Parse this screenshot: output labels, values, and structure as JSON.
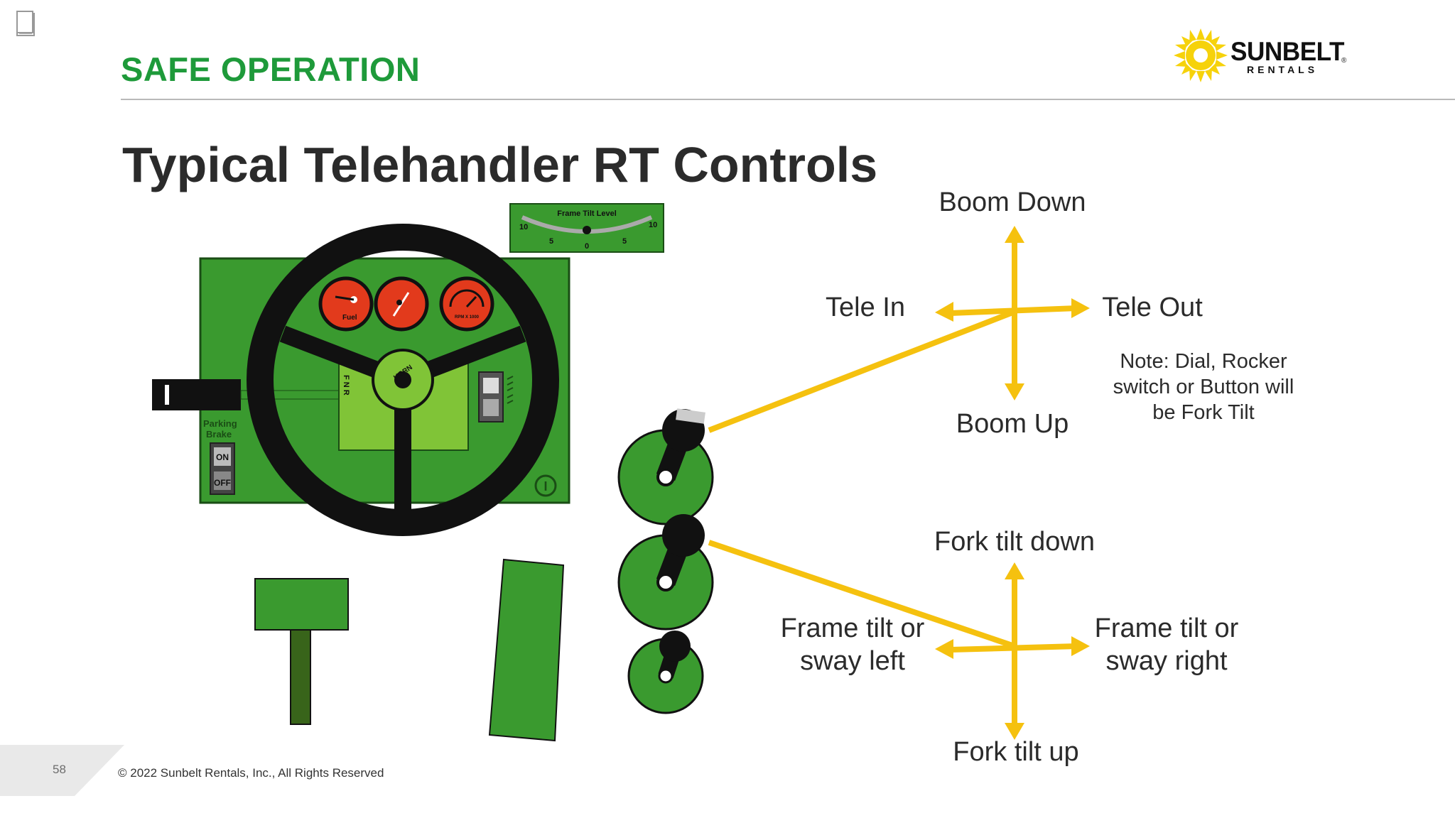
{
  "header": {
    "section_title": "SAFE OPERATION",
    "logo_word": "SUNBELT",
    "logo_sub": "RENTALS",
    "logo_reg": "®"
  },
  "slide": {
    "title": "Typical Telehandler RT Controls"
  },
  "dashboard": {
    "gauges": {
      "fuel_label": "Fuel",
      "rpm_label": "RPM X 1000"
    },
    "horn_label": "HORN",
    "parking_brake": {
      "label_line1": "Parking",
      "label_line2": "Brake",
      "on": "ON",
      "off": "OFF"
    },
    "frame_tilt_level": {
      "title": "Frame Tilt Level",
      "tick_left_end": "10",
      "tick_left": "5",
      "tick_center": "0",
      "tick_right": "5",
      "tick_right_end": "10"
    },
    "gear_letters": "F N R",
    "power_symbol": "I"
  },
  "joystick_upper": {
    "up": "Boom Down",
    "down": "Boom Up",
    "left": "Tele In",
    "right": "Tele Out",
    "note": "Note: Dial, Rocker switch or Button will be Fork Tilt"
  },
  "joystick_lower": {
    "up": "Fork tilt down",
    "down": "Fork tilt up",
    "left": "Frame tilt or sway left",
    "right": "Frame tilt or sway right"
  },
  "footer": {
    "page_number": "58",
    "copyright": "© 2022 Sunbelt Rentals, Inc., All Rights Reserved"
  },
  "colors": {
    "brand_green": "#1e9a3a",
    "control_green": "#3a9a2f",
    "arrow_yellow": "#f5c10f",
    "gauge_red": "#e23a1c"
  }
}
